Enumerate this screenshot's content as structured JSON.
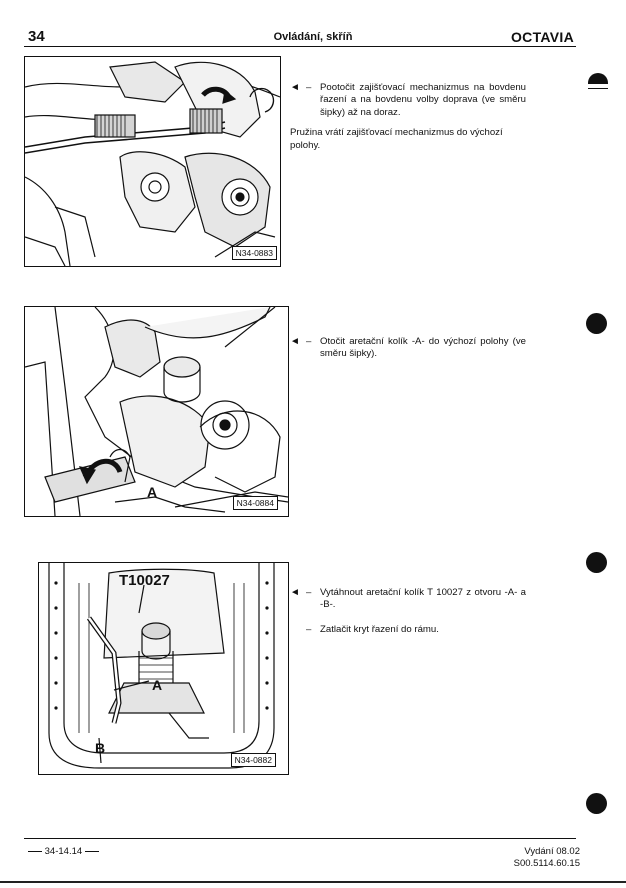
{
  "header": {
    "page_number": "34",
    "title": "Ovládání, skříň",
    "brand": "OCTAVIA"
  },
  "figures": [
    {
      "id": "N34-0883"
    },
    {
      "id": "N34-0884",
      "callouts": [
        "A"
      ]
    },
    {
      "id": "N34-0882",
      "callouts": [
        "T10027",
        "A",
        "B"
      ]
    }
  ],
  "steps": [
    {
      "arrow": "◄",
      "items": [
        {
          "dash": "–",
          "text": "Pootočit zajišťovací mechanizmus na bovdenu řazení a na bovdenu volby doprava (ve směru šipky) až na doraz."
        }
      ],
      "note": "Pružina vrátí zajišťovací mechanizmus do výchozí polohy."
    },
    {
      "arrow": "◄",
      "items": [
        {
          "dash": "–",
          "text": "Otočit aretační kolík -A- do výchozí polohy (ve směru šipky)."
        }
      ]
    },
    {
      "arrow": "◄",
      "items": [
        {
          "dash": "–",
          "text": "Vytáhnout aretační kolík T 10027 z otvoru -A- a -B-."
        },
        {
          "dash": "–",
          "text": "Zatlačit kryt řazení do rámu."
        }
      ]
    }
  ],
  "footer": {
    "left": "34-14.14",
    "edition": "Vydání 08.02",
    "doc_number": "S00.5114.60.15"
  }
}
